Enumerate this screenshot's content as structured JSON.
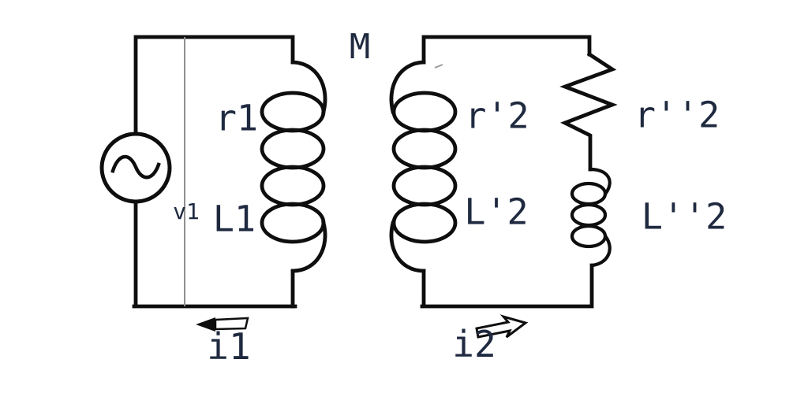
{
  "labels": {
    "mutual_inductance": "M",
    "primary_resistance": "r1",
    "primary_inductance": "L1",
    "source_voltage": "v1",
    "primary_current": "i1",
    "secondary_resistance": "r'2",
    "secondary_inductance": "L'2",
    "load_resistance": "r''2",
    "load_inductance": "L''2",
    "secondary_current": "i2"
  },
  "icons": {
    "ac_source": "sine-wave-in-circle",
    "primary_current_arrow": "outlined-arrow-left",
    "secondary_current_arrow": "outlined-arrow-right",
    "primary_coil": "four-loop-inductor",
    "secondary_coil": "four-loop-inductor-mirrored",
    "load_coil": "three-loop-inductor",
    "load_resistor": "zigzag-resistor"
  },
  "colors": {
    "wire": "#0e0e0e",
    "text": "#1f2a40",
    "thin_line": "#8f8f8f",
    "background": "#ffffff"
  }
}
